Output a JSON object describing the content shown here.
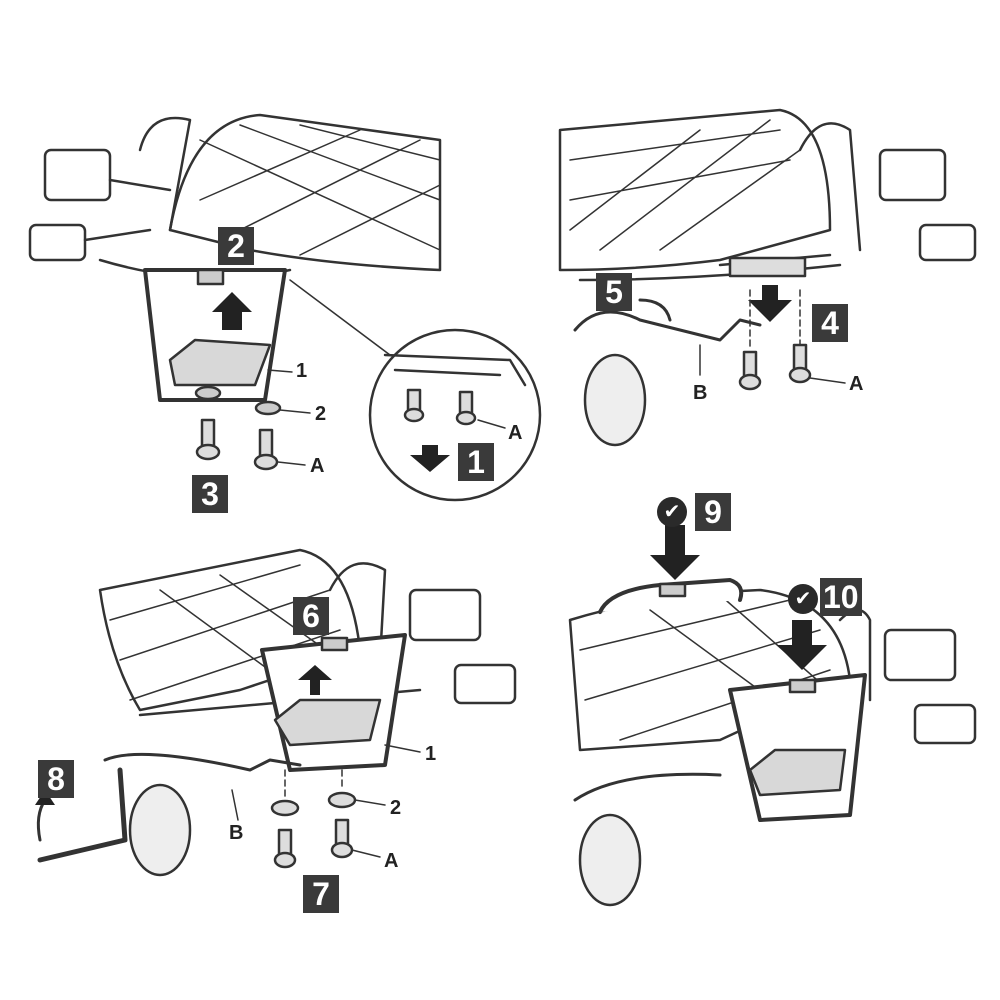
{
  "panels": [
    {
      "id": "top-left",
      "steps": [
        "2",
        "3"
      ],
      "labels": [
        "1",
        "2",
        "A"
      ],
      "inset": {
        "step": "1",
        "label": "A"
      }
    },
    {
      "id": "top-right",
      "steps": [
        "5",
        "4"
      ],
      "labels": [
        "B",
        "A"
      ]
    },
    {
      "id": "bottom-left",
      "steps": [
        "8",
        "6",
        "7"
      ],
      "labels": [
        "1",
        "2",
        "A",
        "B"
      ]
    },
    {
      "id": "bottom-right",
      "steps": [
        "9",
        "10"
      ],
      "check": "✔"
    }
  ],
  "colors": {
    "badge": "#3a3a3a",
    "line": "#333333",
    "fill": "#d8d8d8"
  }
}
